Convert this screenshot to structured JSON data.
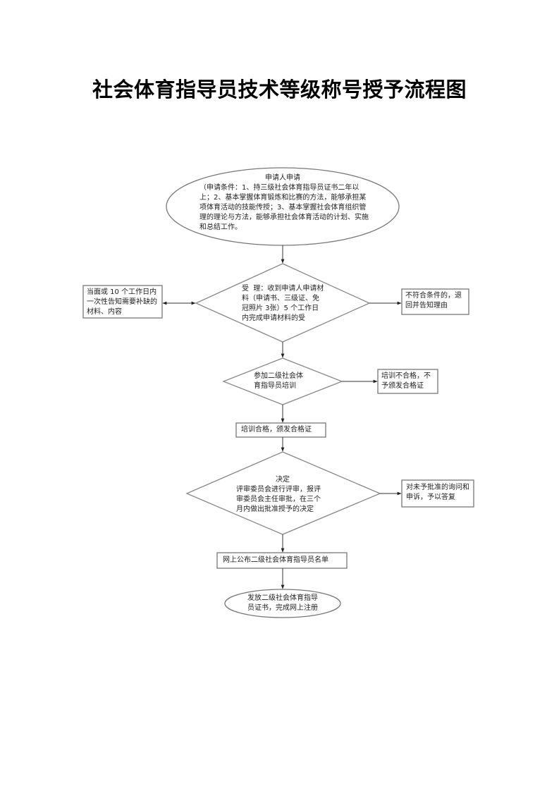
{
  "page": {
    "title": "社会体育指导员技术等级称号授予流程图"
  },
  "flowchart": {
    "nodes": {
      "apply": {
        "shape": "ellipse",
        "heading": "申请人申请",
        "text": "（申请条件：1、持三级社会体育指导员证书二年以上；2、基本掌握体育锻炼和比赛的方法，能够承担某项体育活动的技能传授；3、基本掌握社会体育组织管理的理论与方法，能够承担社会体育活动的计划、实施和总结工作。"
      },
      "accept": {
        "shape": "diamond",
        "text": "受  理：收到申请人申请材料（申请书、三级证、免冠照片 3张）5 个工作日内完成申请材料的受"
      },
      "notify_missing": {
        "shape": "rect",
        "text": "当面或 10 个工作日内一次性告知需要补缺的材料、内容"
      },
      "reject": {
        "shape": "rect",
        "text": "不符合条件的，退回并告知理由"
      },
      "training": {
        "shape": "diamond",
        "text": "参加二级社会体育指导员培训"
      },
      "training_fail": {
        "shape": "rect",
        "text": "培训不合格，不予颁发合格证"
      },
      "training_pass": {
        "shape": "rect",
        "text": "培训合格，颁发合格证"
      },
      "decision": {
        "shape": "diamond",
        "heading": "决定",
        "text": "评审委员会进行评审，报评审委员会主任审批，在三个月内做出批准授予的决定"
      },
      "appeal": {
        "shape": "rect",
        "text": "对未予批准的询问和申诉，予以答复"
      },
      "publish": {
        "shape": "rect",
        "text": "网上公布二级社会体育指导员名单"
      },
      "issue": {
        "shape": "ellipse",
        "text": "发放二级社会体育指导员证书，完成网上注册"
      }
    },
    "edges": [
      {
        "from": "apply",
        "to": "accept",
        "type": "arrow"
      },
      {
        "from": "accept",
        "to": "notify_missing",
        "type": "double-arrow"
      },
      {
        "from": "accept",
        "to": "reject",
        "type": "arrow"
      },
      {
        "from": "accept",
        "to": "training",
        "type": "arrow"
      },
      {
        "from": "training",
        "to": "training_fail",
        "type": "arrow"
      },
      {
        "from": "training",
        "to": "training_pass",
        "type": "arrow"
      },
      {
        "from": "training_pass",
        "to": "decision",
        "type": "arrow"
      },
      {
        "from": "decision",
        "to": "appeal",
        "type": "arrow"
      },
      {
        "from": "decision",
        "to": "publish",
        "type": "arrow"
      },
      {
        "from": "publish",
        "to": "issue",
        "type": "arrow"
      }
    ],
    "colors": {
      "stroke": "#777777",
      "arrow": "#222222",
      "text": "#222222"
    }
  }
}
